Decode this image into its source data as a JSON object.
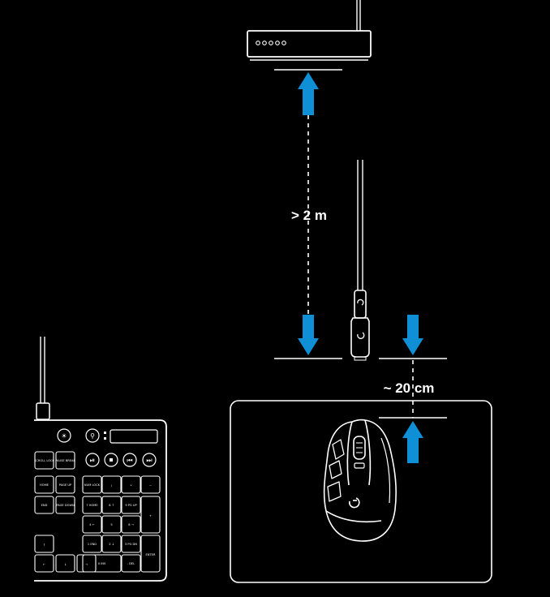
{
  "labels": {
    "distance_receiver": "> 2 m",
    "distance_mouse": "~ 20 cm"
  },
  "icons": {
    "receiver": "wireless-receiver-icon",
    "adapter": "usb-extension-adapter-icon",
    "mouse": "gaming-mouse-icon",
    "keyboard": "keyboard-icon",
    "arrow": "arrow-icon"
  },
  "colors": {
    "background": "#000000",
    "line": "#ffffff",
    "arrow": "#0f8fd6"
  },
  "keyboard": {
    "keys": [
      {
        "label": "SCROLL LOCK"
      },
      {
        "label": "PAUSE BREAK"
      },
      {
        "label": "HOME"
      },
      {
        "label": "PAGE UP"
      },
      {
        "label": "NUM LOCK"
      },
      {
        "label": "/"
      },
      {
        "label": "*"
      },
      {
        "label": "−"
      },
      {
        "label": "END"
      },
      {
        "label": "PAGE DOWN"
      },
      {
        "label": "7 HOME"
      },
      {
        "label": "8 ↑"
      },
      {
        "label": "9 PG UP"
      },
      {
        "label": "+"
      },
      {
        "label": "4 ←"
      },
      {
        "label": "5"
      },
      {
        "label": "6 →"
      },
      {
        "label": "↑"
      },
      {
        "label": "1 END"
      },
      {
        "label": "2 ↓"
      },
      {
        "label": "3 PG DN"
      },
      {
        "label": "ENTER"
      },
      {
        "label": "←"
      },
      {
        "label": "↓"
      },
      {
        "label": "→"
      },
      {
        "label": "0 INS"
      },
      {
        "label": ". DEL"
      }
    ]
  }
}
